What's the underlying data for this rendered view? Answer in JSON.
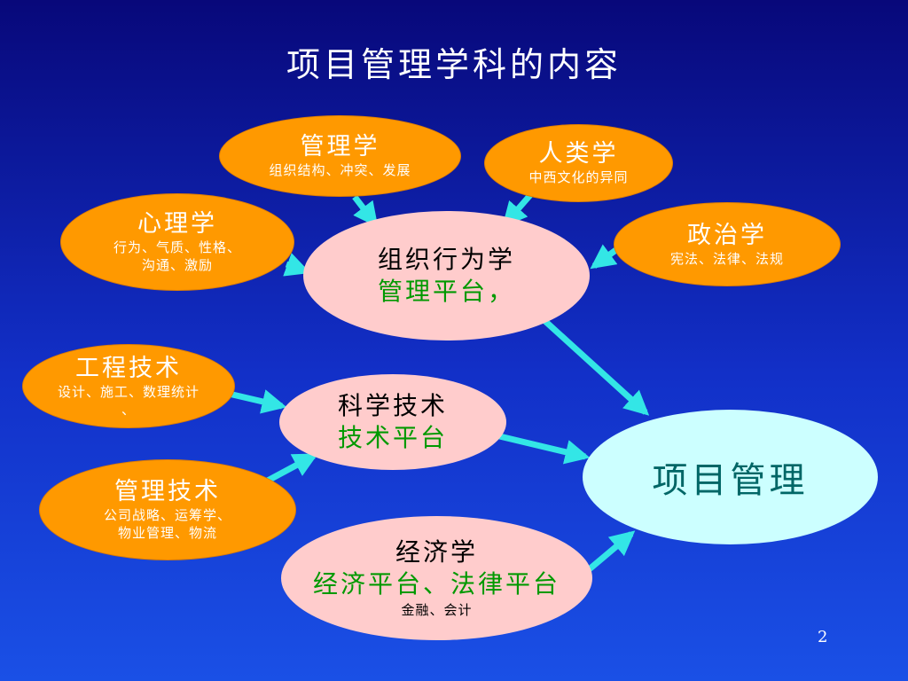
{
  "title": "项目管理学科的内容",
  "page_number": "2",
  "colors": {
    "orange_node": "#ff9900",
    "pink_node": "#ffcccc",
    "cyan_node": "#ccffff",
    "green_text": "#009900",
    "arrow": "#33e6e6"
  },
  "nodes": {
    "guanlixue": {
      "title": "管理学",
      "sub": "组织结构、冲突、发展"
    },
    "renleixue": {
      "title": "人类学",
      "sub": "中西文化的异同"
    },
    "xinlixue": {
      "title": "心理学",
      "sub": "行为、气质、性格、\n沟通、激励"
    },
    "zhengzhixue": {
      "title": "政治学",
      "sub": "宪法、法律、法规"
    },
    "gongcheng": {
      "title": "工程技术",
      "sub": "设计、施工、数理统计\n、"
    },
    "guanlijishu": {
      "title": "管理技术",
      "sub": "公司战略、运筹学、\n物业管理、物流"
    },
    "zuzhi": {
      "main": "组织行为学",
      "platform": "管理平台，"
    },
    "kexue": {
      "main": "科学技术",
      "platform": "技术平台"
    },
    "jingji": {
      "main": "经济学",
      "platform": "经济平台、法律平台",
      "detail": "金融、会计"
    },
    "xiangmu": {
      "main": "项目管理"
    }
  }
}
